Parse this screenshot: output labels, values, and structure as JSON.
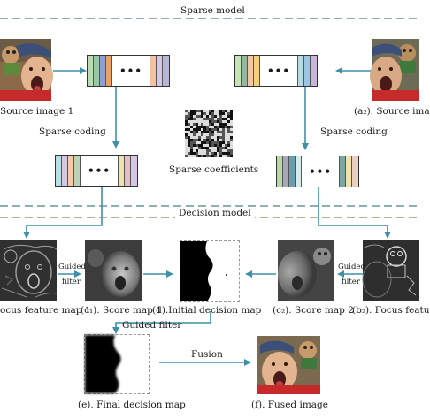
{
  "sections": {
    "sparse_model": "Sparse model",
    "decision_model": "Decision model"
  },
  "labels": {
    "source_left": "Source image 1",
    "source_right": "(a₂). Source ima",
    "sparse_coding_left": "Sparse coding",
    "sparse_coding_right": "Sparse coding",
    "sparse_coefficients": "Sparse coefficients",
    "guided_left_1": "Guided",
    "guided_left_2": "filter",
    "guided_right_1": "Guided",
    "guided_right_2": "filter",
    "focus_map_left": "ocus feature map 1",
    "score_map_1": "(c₁). Score map 1",
    "initial_decision": "(d).Initial decision map",
    "score_map_2": "(c₂). Score map 2",
    "focus_map_right": "(b₂). Focus featu",
    "guided_filter_bottom": "Guided filter",
    "final_decision": "(e). Final decision map",
    "fusion": "Fusion",
    "fused_image": "(f). Fused image"
  },
  "dots": "•••",
  "colors": {
    "section_dash_top": "#4a7f86",
    "section_dash_bottom": "#7d8a4f",
    "arrow": "#3f8fa8",
    "bar_left_top": [
      "#b9dcb2",
      "#9ac8a4",
      "#8d9fd4",
      "#e8a067"
    ],
    "bar_left_top_tail": [
      "#f2c2a2",
      "#d8c7e4",
      "#b7b6d6"
    ],
    "bar_right_top": [
      "#c4e3b6",
      "#95b6a0",
      "#f4c6a3",
      "#f4d07c"
    ],
    "bar_right_top_tail": [
      "#b6dbe1",
      "#9cc5e4",
      "#c7b5da"
    ],
    "bar_left_mid": [
      "#b7e0e4",
      "#d6c7e2",
      "#f6c9a8",
      "#bcd4b5"
    ],
    "bar_left_mid_tail": [
      "#f2e2a6",
      "#e7bdc9",
      "#d4c6e4"
    ],
    "bar_right_mid": [
      "#b8d9a6",
      "#a6a8b6",
      "#68a0b0",
      "#d8ebe9"
    ],
    "bar_right_mid_tail": [
      "#7aa6a3",
      "#f0e2ad",
      "#e9d0c1"
    ]
  }
}
